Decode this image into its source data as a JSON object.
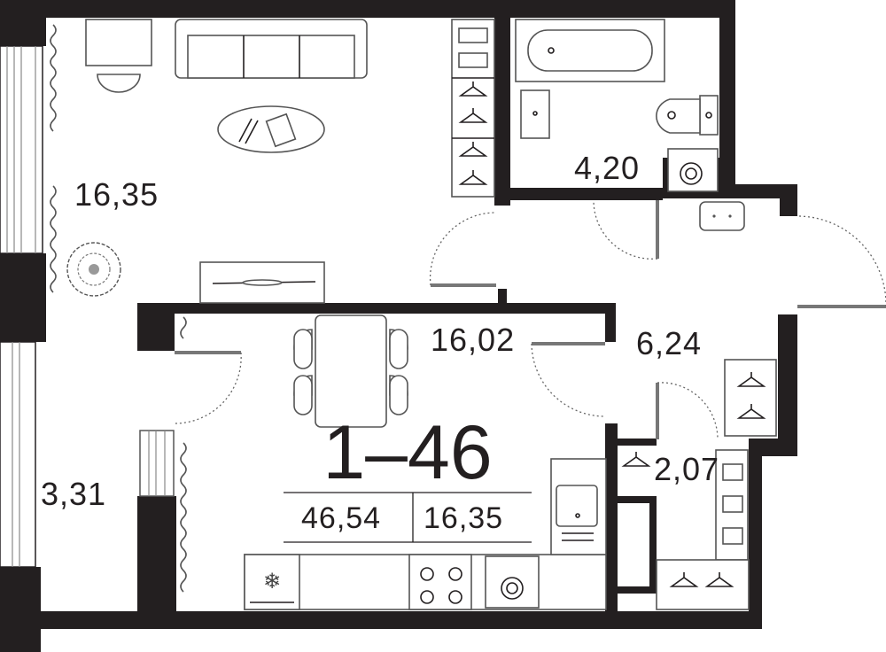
{
  "plan": {
    "apartment_number": "1–46",
    "total_area": "46,54",
    "living_area": "16,35",
    "rooms": [
      {
        "id": "living_room",
        "area": "16,35"
      },
      {
        "id": "bathroom",
        "area": "4,20"
      },
      {
        "id": "kitchen",
        "area": "16,02"
      },
      {
        "id": "hallway",
        "area": "6,24"
      },
      {
        "id": "wardrobe",
        "area": "2,07"
      },
      {
        "id": "balcony",
        "area": "3,31"
      }
    ]
  }
}
